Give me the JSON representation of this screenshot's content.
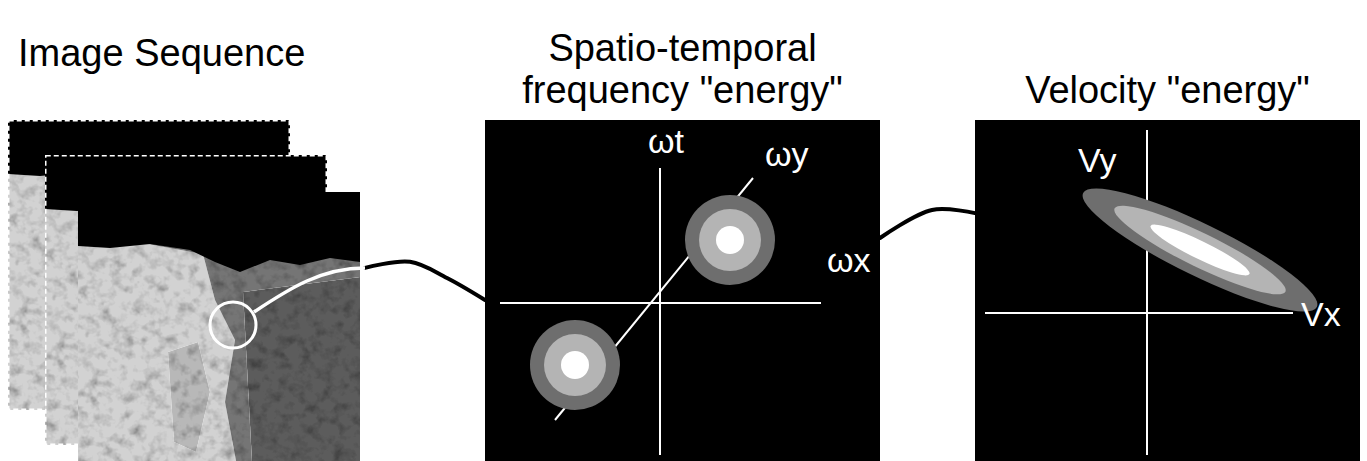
{
  "diagram": {
    "nodes": [
      {
        "text": [
          "Image Sequence"
        ]
      },
      {
        "text": [
          "Spatio-temporal frequency \"energy\"",
          "ωt",
          "ωy",
          "ωx"
        ]
      },
      {
        "text": [
          "Velocity \"energy\"",
          "Vy",
          "Vx"
        ]
      }
    ],
    "edges": [
      {
        "from": 0,
        "to": 1,
        "arrow": "none"
      },
      {
        "from": 1,
        "to": 2,
        "arrow": "none"
      }
    ]
  }
}
